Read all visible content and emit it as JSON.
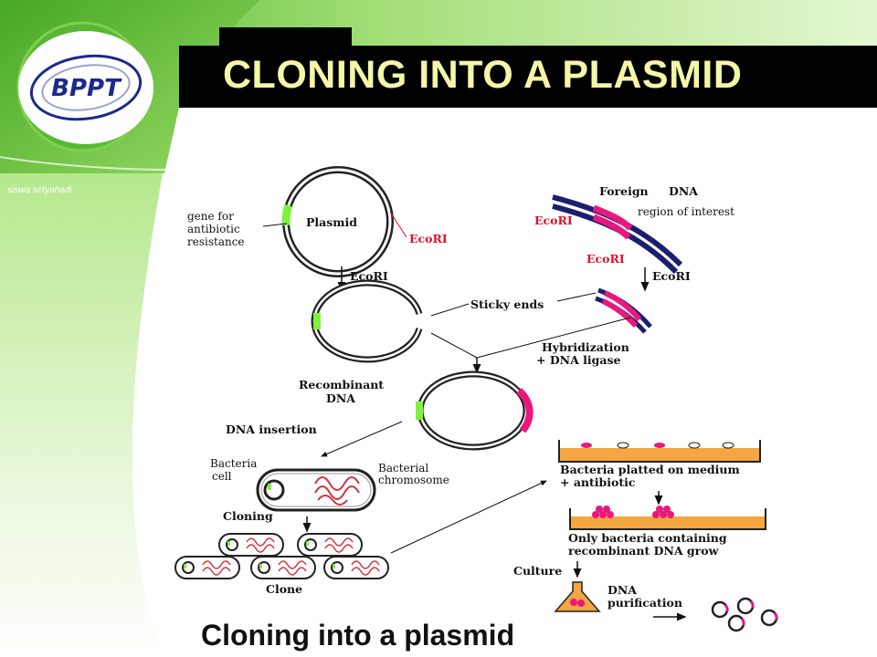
{
  "slide": {
    "title": "CLONING INTO A PLASMID",
    "logo_text": "BPPT",
    "author": "siswa setyahadi",
    "colors": {
      "green_light": "#b8ea8c",
      "green_dark": "#2f9c12",
      "title_text": "#f5f7a8",
      "plasmid_green": "#7df23a",
      "insert_pink": "#e8187d",
      "dna_navy": "#1a1f6e",
      "dish_orange": "#f4a640",
      "enzyme_red": "#e0102a"
    }
  },
  "diagram": {
    "labels": {
      "plasmid": "Plasmid",
      "gene_line1": "gene for",
      "gene_line2": "antibiotic",
      "gene_line3": "resistance",
      "ecori_plasmid": "EcoRI",
      "ecori_step": "EcoRI",
      "foreign_bold": "Foreign",
      "foreign_rest": " DNA",
      "region": "region of interest",
      "ecori_foreign1": "EcoRI",
      "ecori_foreign2": "EcoRI",
      "ecori_foreign_step": "EcoRI",
      "sticky": "Sticky ends",
      "hybrid1": "Hybridization",
      "hybrid2": "+ DNA ligase",
      "recomb1": "Recombinant",
      "recomb2": "DNA",
      "insertion": "DNA insertion",
      "bacteria1": "Bacteria",
      "bacteria2": "cell",
      "chrom1": "Bacterial",
      "chrom2": "chromosome",
      "cloning": "Cloning",
      "clone": "Clone",
      "platted1": "Bacteria platted on medium",
      "platted2": "+ antibiotic",
      "grow1": "Only bacteria containing",
      "grow2": "recombinant DNA grow",
      "culture": "Culture",
      "purif1": "DNA",
      "purif2": "purification"
    },
    "caption": "Cloning into a plasmid"
  }
}
